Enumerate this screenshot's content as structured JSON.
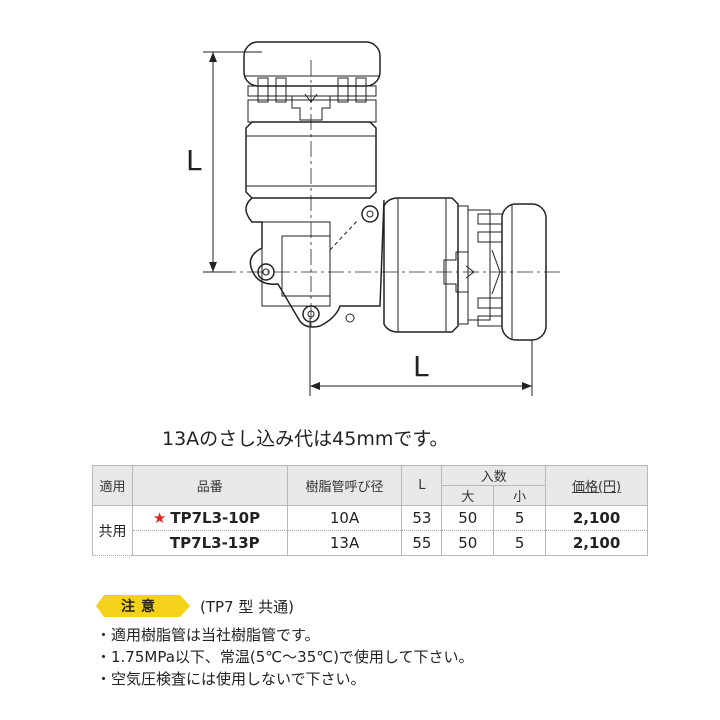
{
  "drawing": {
    "dim_vertical": "L",
    "dim_horizontal": "L"
  },
  "insert_note": "13Aのさし込み代は45mmです。",
  "table": {
    "headers": {
      "usage": "適用",
      "part_no": "品番",
      "pipe_size": "樹脂管呼び径",
      "length": "L",
      "qty": "入数",
      "qty_large": "大",
      "qty_small": "小",
      "price": "価格(円)"
    },
    "group_label": "共用",
    "star_mark": "★",
    "rows": [
      {
        "part_no": "TP7L3-10P",
        "pipe_size": "10A",
        "length": "53",
        "qty_large": "50",
        "qty_small": "5",
        "price": "2,100",
        "starred": true
      },
      {
        "part_no": "TP7L3-13P",
        "pipe_size": "13A",
        "length": "55",
        "qty_large": "50",
        "qty_small": "5",
        "price": "2,100",
        "starred": false
      }
    ]
  },
  "caution": {
    "label": "注意",
    "scope": "(TP7 型 共通)",
    "badge_color": "#f5d21a",
    "notes": [
      "・適用樹脂管は当社樹脂管です。",
      "・1.75MPa以下、常温(5℃～35℃)で使用して下さい。",
      "・空気圧検査には使用しないで下さい。"
    ]
  }
}
